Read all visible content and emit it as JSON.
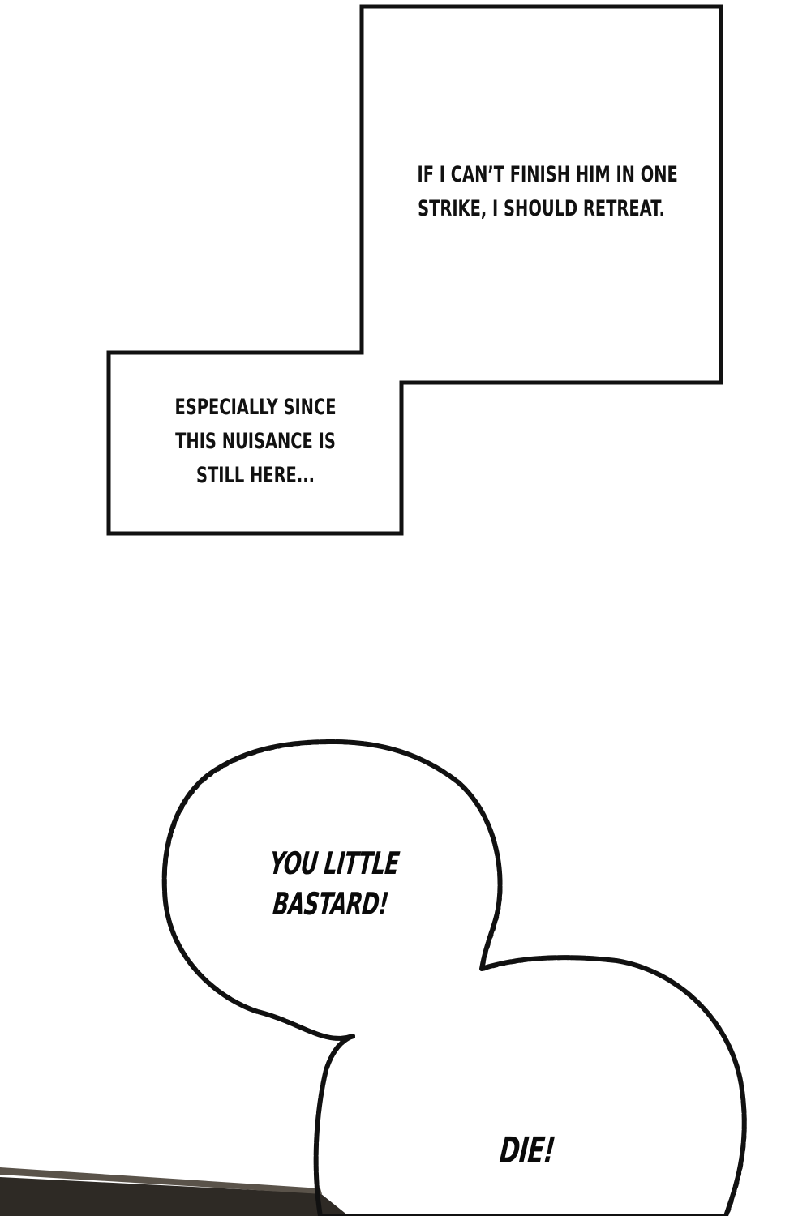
{
  "panel": {
    "caption_top": {
      "lines": [
        "IF I CAN’T FINISH HIM IN ONE",
        "STRIKE, I SHOULD RETREAT."
      ]
    },
    "caption_bottom": {
      "lines": [
        "ESPECIALLY SINCE",
        "THIS NUISANCE IS",
        "STILL HERE..."
      ]
    },
    "bubble_upper": {
      "lines": [
        "YOU LITTLE",
        "BASTARD!"
      ]
    },
    "bubble_lower": {
      "lines": [
        "DIE!"
      ]
    }
  },
  "colors": {
    "ink": "#111111",
    "paper": "#ffffff",
    "dark_object": "#2e2a25"
  }
}
